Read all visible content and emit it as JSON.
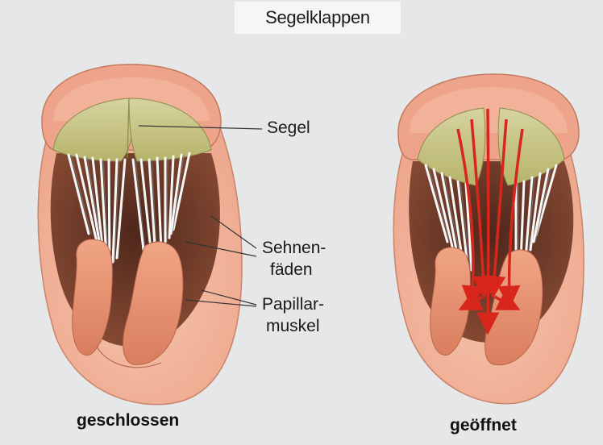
{
  "title": "Segelklappen",
  "labels": {
    "segel": "Segel",
    "sehnen_line1": "Sehnen-",
    "sehnen_line2": "fäden",
    "papillar_line1": "Papillar-",
    "papillar_line2": "muskel"
  },
  "captions": {
    "left": "geschlossen",
    "right": "geöffnet"
  },
  "colors": {
    "background": "#e6e7e9",
    "outer_wall": "#f2b9a2",
    "rim": "#e9a488",
    "leaflet": "#c9c98a",
    "chamber_dark": "#6b3a2a",
    "muscle": "#e99576",
    "chordae": "#f4f4f4",
    "flow_arrow": "#d9261c"
  }
}
